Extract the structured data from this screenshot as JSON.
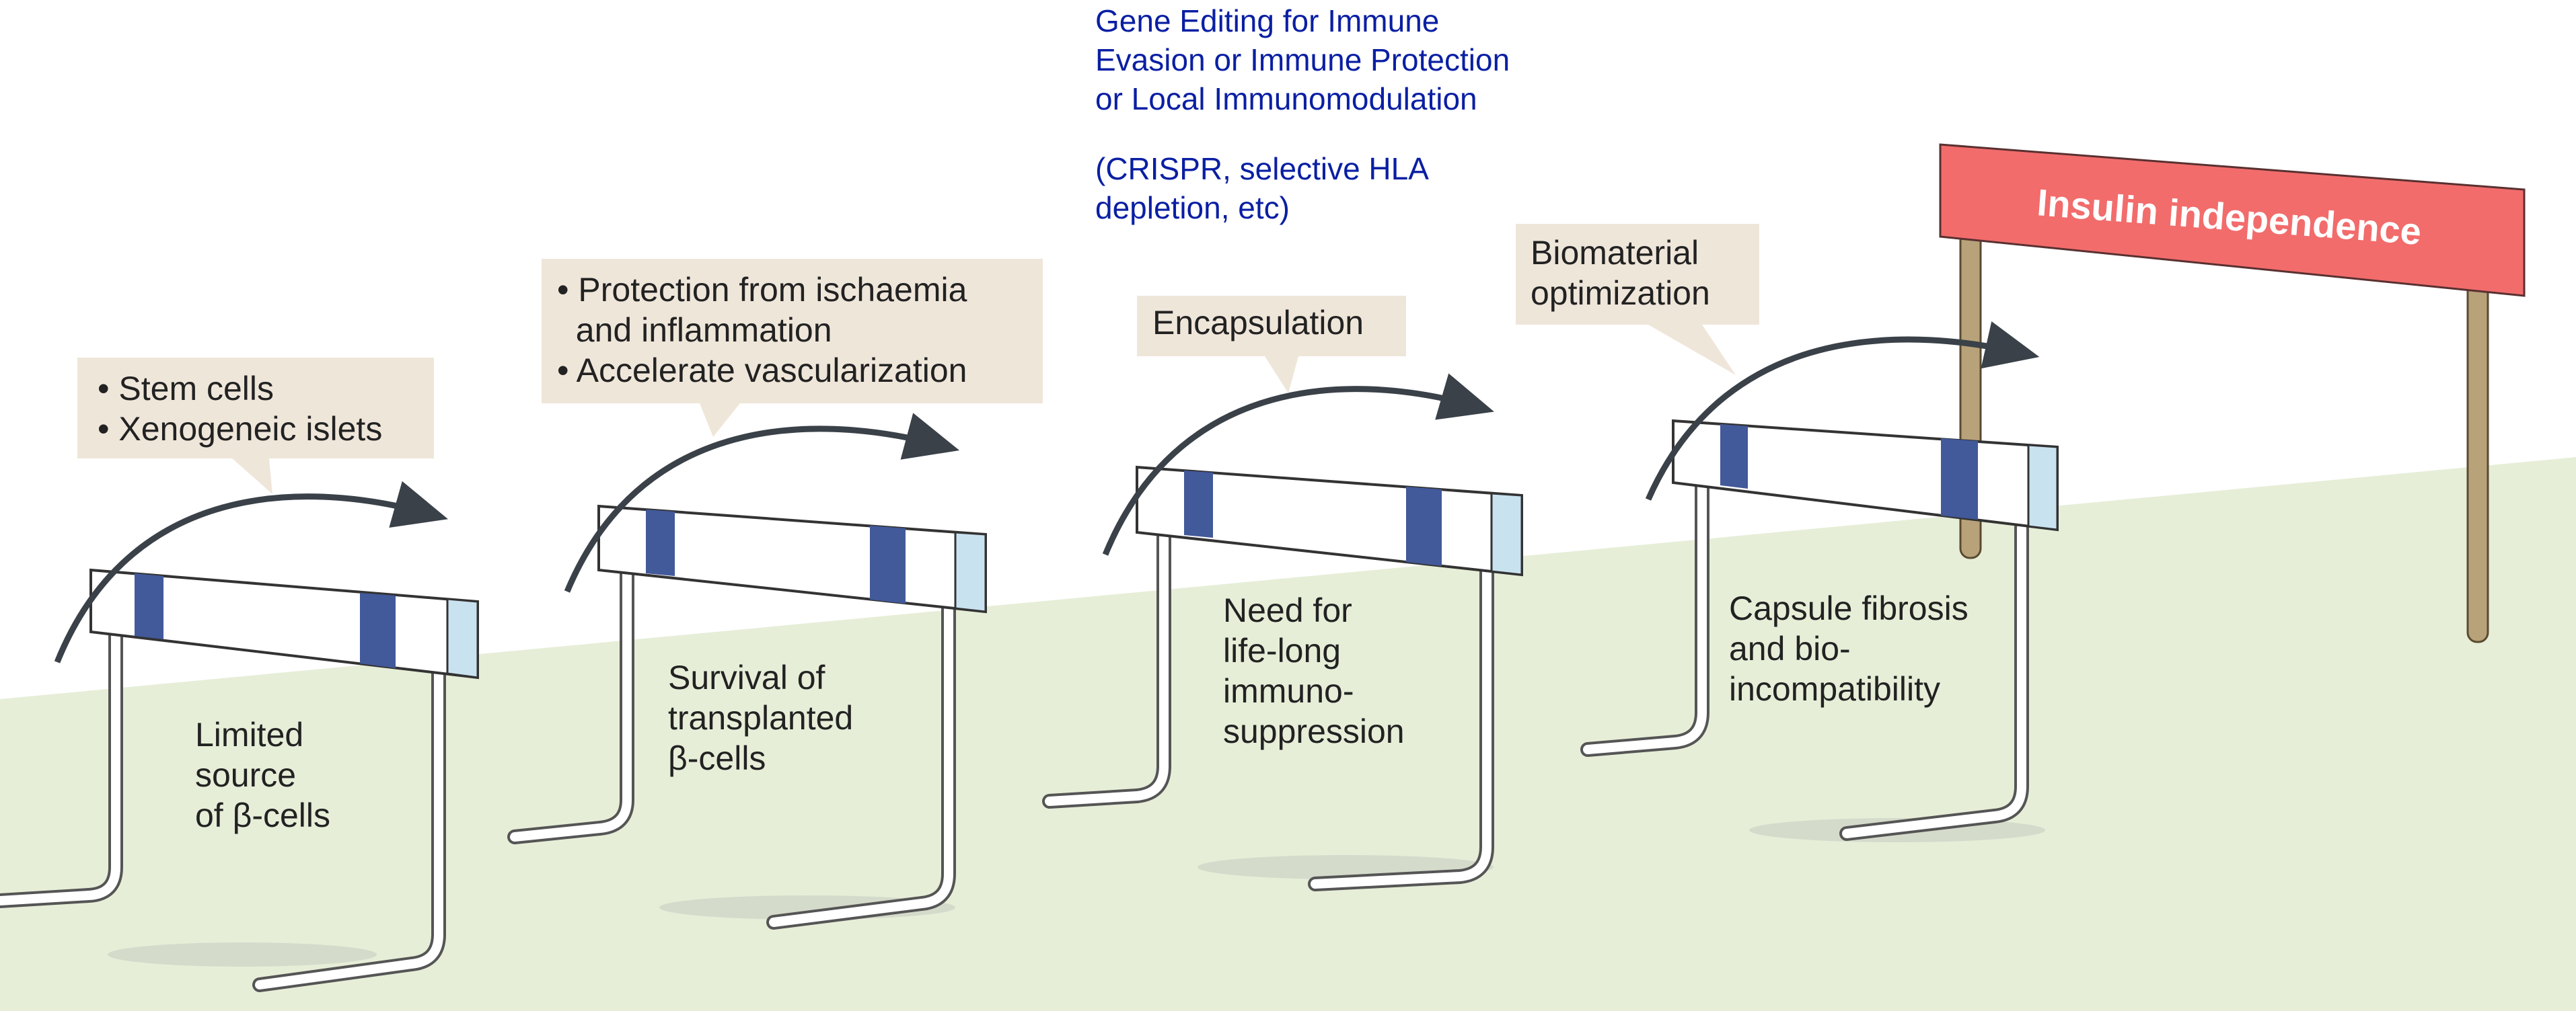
{
  "annotation": {
    "title_lines": [
      "Gene Editing for Immune",
      "Evasion or Immune Protection",
      "or Local Immunomodulation"
    ],
    "detail_lines": [
      "(CRISPR, selective HLA",
      "depletion, etc)"
    ]
  },
  "hurdles": [
    {
      "callout_lines": [
        "• Stem cells",
        "• Xenogeneic islets"
      ],
      "obstacle_lines": [
        "Limited",
        "source",
        "of β-cells"
      ]
    },
    {
      "callout_lines": [
        "• Protection from ischaemia",
        "  and inflammation",
        "• Accelerate vascularization"
      ],
      "obstacle_lines": [
        "Survival of",
        "transplanted",
        "β-cells"
      ]
    },
    {
      "callout_lines": [
        "Encapsulation"
      ],
      "obstacle_lines": [
        "Need for",
        "life-long",
        "immuno-",
        "suppression"
      ]
    },
    {
      "callout_lines": [
        "Biomaterial",
        "optimization"
      ],
      "obstacle_lines": [
        "Capsule fibrosis",
        "and bio-",
        "incompatibility"
      ]
    }
  ],
  "finish": {
    "label": "Insulin independence"
  },
  "colors": {
    "ground": "#e6eed8",
    "callout_bg": "#efe6da",
    "stripe": "#42599a",
    "bar_end": "#c9e2f0",
    "finish_banner": "#f26c6c",
    "finish_post": "#b8a27a",
    "annotation_text": "#0a1fa3"
  }
}
